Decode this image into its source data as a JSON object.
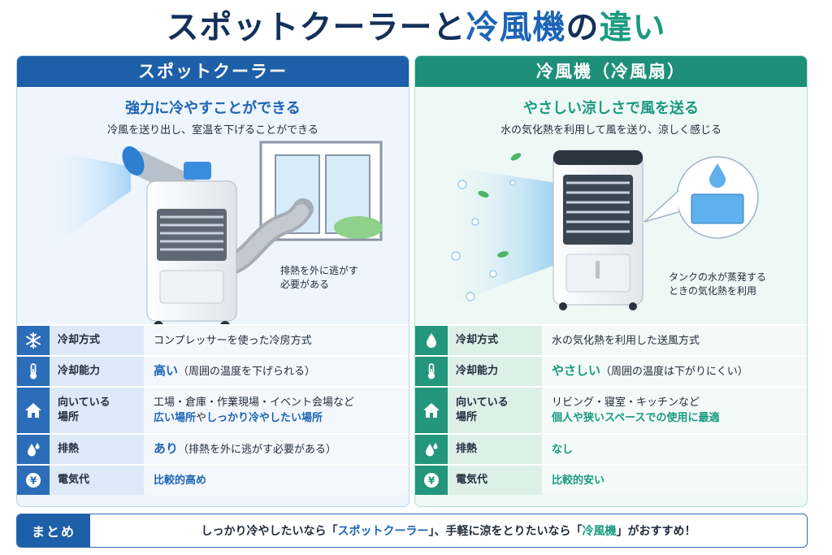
{
  "title": {
    "part1": "スポットクーラーと",
    "part2": "冷風機",
    "part3": "の",
    "part4": "違い"
  },
  "left": {
    "header": "スポットクーラー",
    "subtitle": "強力に冷やすことができる",
    "description": "冷風を送り出し、室温を下げることができる",
    "note_line1": "排熱を外に逃がす",
    "note_line2": "必要がある",
    "rows": [
      {
        "icon": "snowflake-icon",
        "label": "冷却方式",
        "value": "コンプレッサーを使った冷房方式"
      },
      {
        "icon": "thermometer-icon",
        "label": "冷却能力",
        "value_emph": "高い",
        "value_rest": "（周囲の温度を下げられる）"
      },
      {
        "icon": "house-icon",
        "label_line1": "向いている",
        "label_line2": "場所",
        "value_line1": "工場・倉庫・作業現場・イベント会場など",
        "value_line2_emph1": "広い場所",
        "value_line2_mid": "や",
        "value_line2_emph2": "しっかり冷やしたい場所"
      },
      {
        "icon": "water-drops-icon",
        "label": "排熱",
        "value_emph": "あり",
        "value_rest": "（排熱を外に逃がす必要がある）"
      },
      {
        "icon": "yen-coin-icon",
        "label": "電気代",
        "value_emph": "比較的高め"
      }
    ]
  },
  "right": {
    "header": "冷風機（冷風扇）",
    "subtitle": "やさしい涼しさで風を送る",
    "description": "水の気化熱を利用して風を送り、涼しく感じる",
    "note_line1": "タンクの水が蒸発する",
    "note_line2": "ときの気化熱を利用",
    "rows": [
      {
        "icon": "water-drop-icon",
        "label": "冷却方式",
        "value": "水の気化熱を利用した送風方式"
      },
      {
        "icon": "thermometer-icon",
        "label": "冷却能力",
        "value_emph": "やさしい",
        "value_rest": "（周囲の温度は下がりにくい）"
      },
      {
        "icon": "house-icon",
        "label_line1": "向いている",
        "label_line2": "場所",
        "value_line1": "リビング・寝室・キッチンなど",
        "value_line2_emph": "個人や狭いスペースでの使用に最適"
      },
      {
        "icon": "water-drops-icon",
        "label": "排熱",
        "value_emph": "なし"
      },
      {
        "icon": "yen-coin-icon",
        "label": "電気代",
        "value_emph": "比較的安い"
      }
    ]
  },
  "summary": {
    "label": "まとめ",
    "text_a": "しっかり冷やしたいなら「",
    "text_b": "スポットクーラー",
    "text_c": "」、手軽に涼をとりたいなら「",
    "text_d": "冷風機",
    "text_e": "」がおすすめ！"
  },
  "colors": {
    "navy": "#13305b",
    "blue_accent": "#1c64b6",
    "green_accent": "#1a9a7f",
    "left_header": "#1d5fa8",
    "right_header": "#1e8f78"
  }
}
